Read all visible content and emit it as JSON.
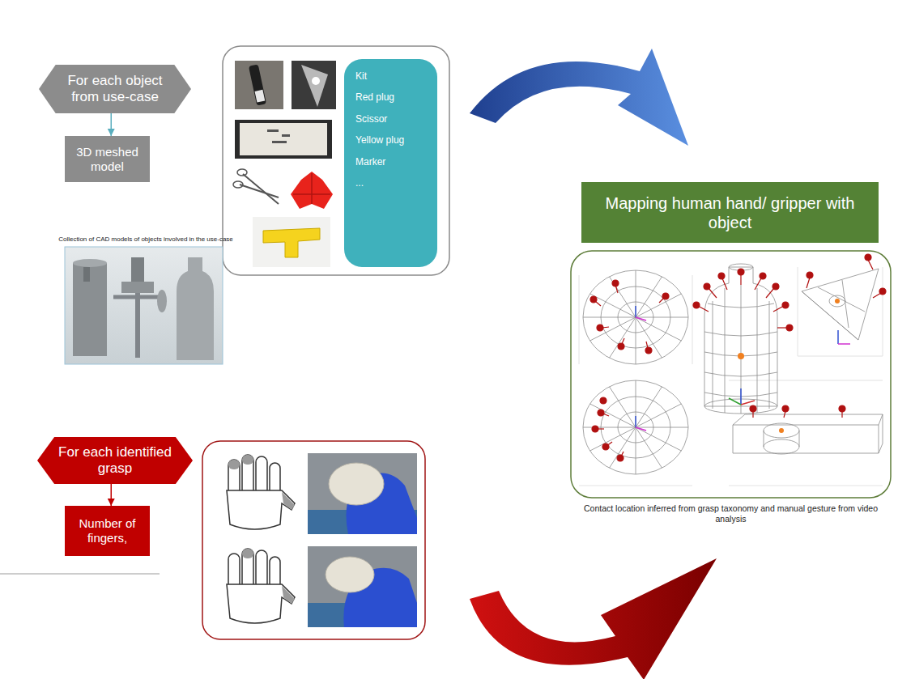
{
  "diagram": {
    "nodes": [
      {
        "text": [
          "For each object from use-case"
        ]
      },
      {
        "text": [
          "3D meshed model"
        ]
      },
      {
        "text": [
          "Kit",
          "Red plug",
          "Scissor",
          "Yellow plug",
          "Marker",
          "..."
        ]
      },
      {
        "text": [
          "Mapping human hand/ gripper with object"
        ]
      },
      {
        "text": [
          "For each identified grasp"
        ]
      },
      {
        "text": [
          "Number of fingers,"
        ]
      }
    ],
    "edges": [
      {
        "from": 0,
        "to": 1,
        "arrow": "to"
      },
      {
        "from": 4,
        "to": 5,
        "arrow": "to"
      }
    ],
    "labels": [
      "Collection of CAD models of objects involved in the use-case",
      "Contact location inferred from grasp taxonomy and manual gesture from video analysis"
    ]
  }
}
